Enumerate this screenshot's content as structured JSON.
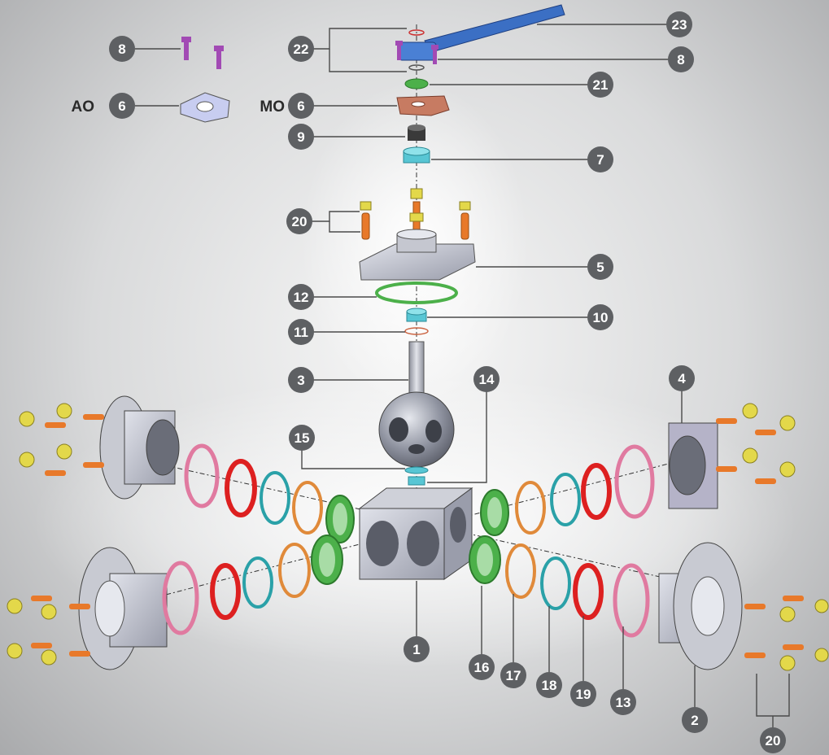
{
  "callouts": [
    {
      "id": "c1",
      "num": "1"
    },
    {
      "id": "c2",
      "num": "2"
    },
    {
      "id": "c3",
      "num": "3"
    },
    {
      "id": "c4",
      "num": "4"
    },
    {
      "id": "c5",
      "num": "5"
    },
    {
      "id": "c6ao",
      "num": "6",
      "prefix": "AO"
    },
    {
      "id": "c6mo",
      "num": "6",
      "prefix": "MO"
    },
    {
      "id": "c7",
      "num": "7"
    },
    {
      "id": "c8a",
      "num": "8"
    },
    {
      "id": "c8b",
      "num": "8"
    },
    {
      "id": "c9",
      "num": "9"
    },
    {
      "id": "c10",
      "num": "10"
    },
    {
      "id": "c11",
      "num": "11"
    },
    {
      "id": "c12",
      "num": "12"
    },
    {
      "id": "c13",
      "num": "13"
    },
    {
      "id": "c14",
      "num": "14"
    },
    {
      "id": "c15",
      "num": "15"
    },
    {
      "id": "c16",
      "num": "16"
    },
    {
      "id": "c17",
      "num": "17"
    },
    {
      "id": "c18",
      "num": "18"
    },
    {
      "id": "c19",
      "num": "19"
    },
    {
      "id": "c20a",
      "num": "20"
    },
    {
      "id": "c20b",
      "num": "20"
    },
    {
      "id": "c21",
      "num": "21"
    },
    {
      "id": "c22",
      "num": "22"
    },
    {
      "id": "c23",
      "num": "23"
    }
  ],
  "colors": {
    "badge": "#5e6063",
    "handle": "#3b6fc4",
    "bolt_orange": "#e8792a",
    "bolt_purple": "#a24ab4",
    "nut_yellow": "#e3d84a",
    "seal_pink": "#e07aa0",
    "seal_red": "#dd2020",
    "seal_teal": "#2aa1a8",
    "seal_orange": "#e08a3a",
    "seat_green": "#4cb04a",
    "metal": "#b7b9c2",
    "bonnet_copper": "#c77b62"
  }
}
